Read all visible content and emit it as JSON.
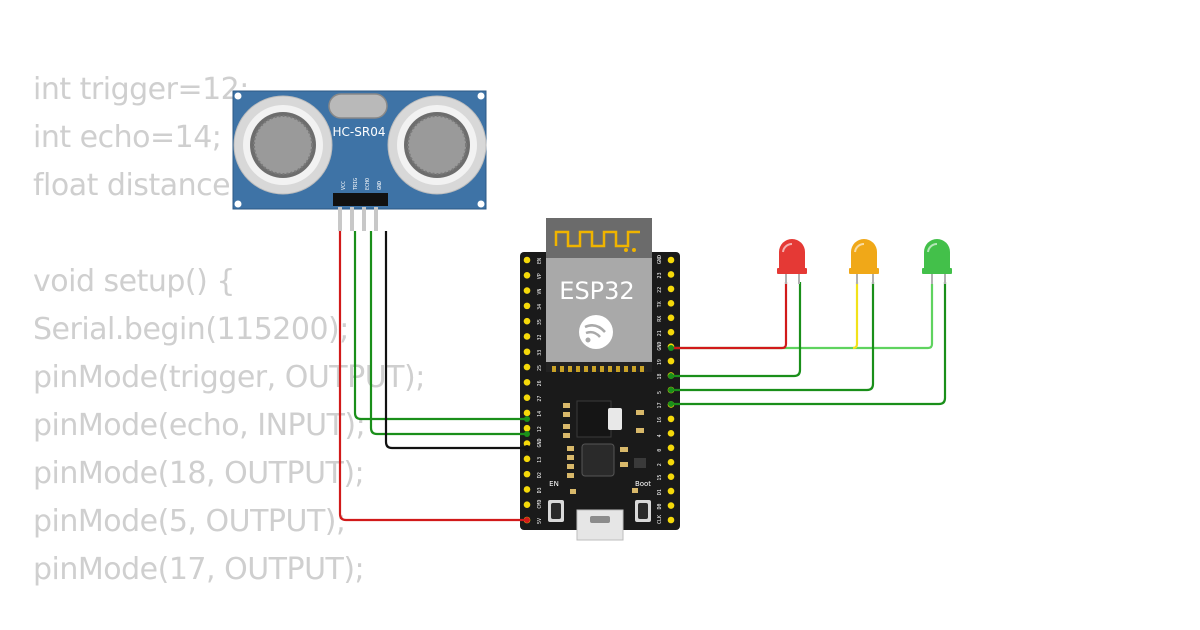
{
  "code_lines": [
    "int trigger=12;",
    "int echo=14;",
    "float distance;",
    "",
    "void setup() {",
    "Serial.begin(115200);",
    "pinMode(trigger, OUTPUT);",
    "pinMode(echo, INPUT);",
    "pinMode(18, OUTPUT);",
    "pinMode(5, OUTPUT);",
    "pinMode(17, OUTPUT);"
  ],
  "sensor": {
    "model": "HC-SR04",
    "pins": [
      "VCC",
      "TRIG",
      "ECHO",
      "GND"
    ]
  },
  "board": {
    "title": "ESP32",
    "left_pins": [
      "EN",
      "VP",
      "VN",
      "34",
      "35",
      "32",
      "33",
      "25",
      "26",
      "27",
      "14",
      "12",
      "GND",
      "13",
      "D2",
      "D3",
      "CMD",
      "5V"
    ],
    "right_pins": [
      "GND",
      "23",
      "22",
      "TX",
      "RX",
      "21",
      "GND",
      "19",
      "18",
      "5",
      "17",
      "16",
      "4",
      "0",
      "2",
      "15",
      "D1",
      "D0",
      "CLK"
    ],
    "en_label": "EN",
    "boot_label": "Boot"
  },
  "leds": [
    {
      "color": "red",
      "hex": "#e53935"
    },
    {
      "color": "yellow",
      "hex": "#f0a818"
    },
    {
      "color": "green",
      "hex": "#43c04a"
    }
  ],
  "wire_colors": {
    "power": "#d11a1a",
    "signal": "#1a8f1a",
    "ground": "#111111",
    "yellow": "#f2e21a",
    "light_green": "#5fd35f"
  }
}
